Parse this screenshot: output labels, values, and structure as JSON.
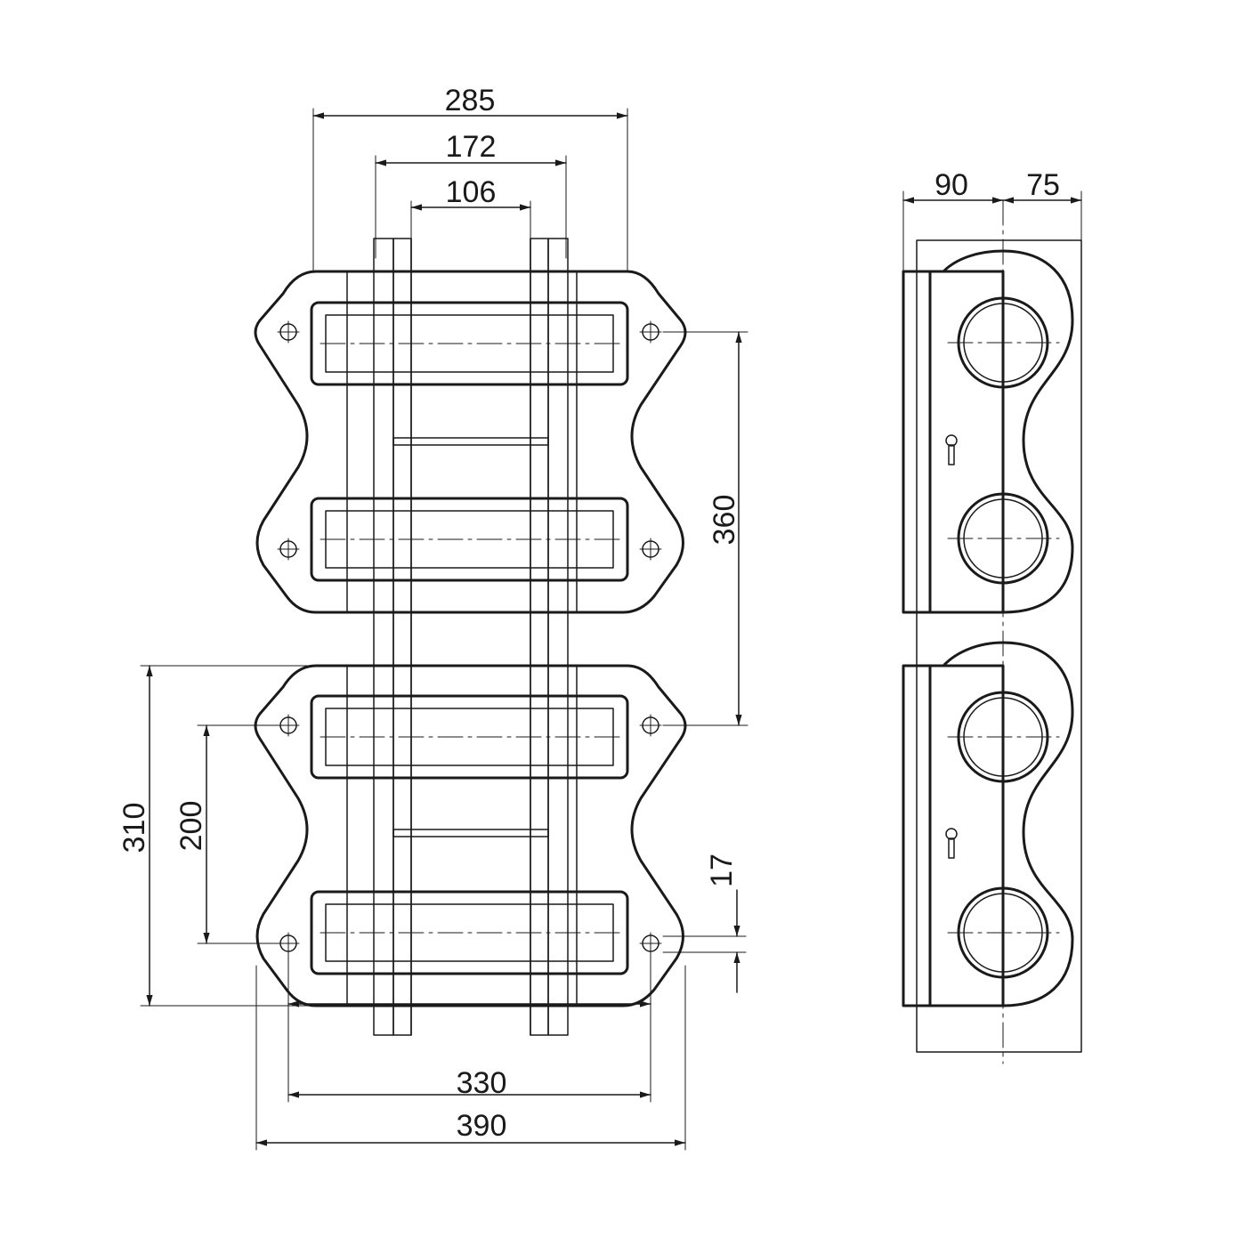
{
  "front_view": {
    "dimensions": {
      "overall_outer_width": "285",
      "pipe_outer_spacing": "172",
      "pipe_inner_spacing": "106",
      "module_height": "360",
      "flange_pair_height": "310",
      "bolt_vertical_spacing": "200",
      "bolt_offset": "17",
      "bolt_horizontal_spacing": "330",
      "overall_width": "390"
    }
  },
  "side_view": {
    "dimensions": {
      "depth_back": "90",
      "depth_front": "75"
    }
  },
  "colors": {
    "line": "#1a1a1a",
    "background": "#ffffff"
  }
}
